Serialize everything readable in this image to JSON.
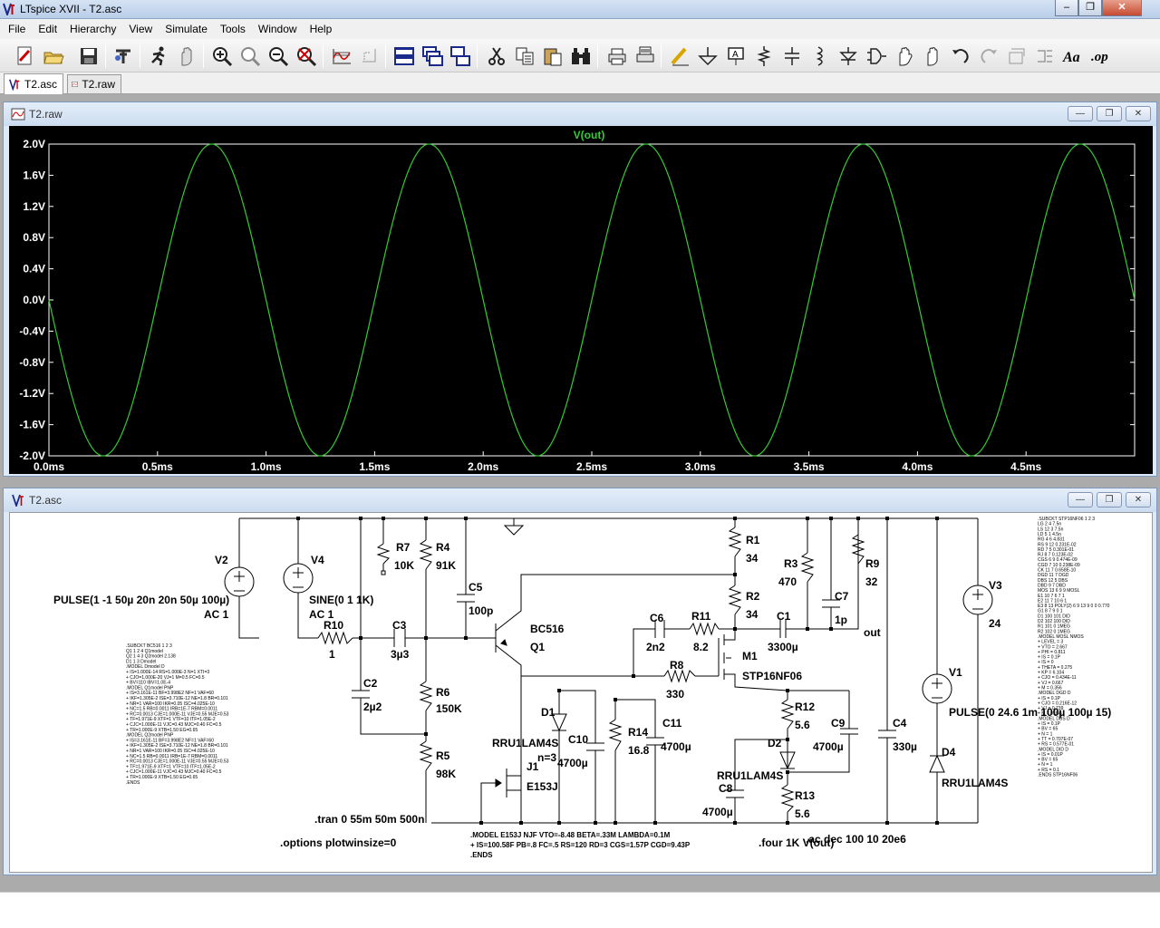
{
  "app": {
    "title": "LTspice XVII - T2.asc"
  },
  "menu": [
    {
      "label": "File",
      "key": "F"
    },
    {
      "label": "Edit",
      "key": "E"
    },
    {
      "label": "Hierarchy",
      "key": "H"
    },
    {
      "label": "View",
      "key": "V"
    },
    {
      "label": "Simulate",
      "key": "S"
    },
    {
      "label": "Tools",
      "key": "T"
    },
    {
      "label": "Window",
      "key": "W"
    },
    {
      "label": "Help",
      "key": "H"
    }
  ],
  "toolbar": {
    "icons": [
      "new-schematic-icon",
      "open-icon",
      "save-icon",
      "control-panel-icon",
      "run-icon",
      "halt-icon",
      "zoom-in-icon",
      "pan-icon",
      "zoom-out-icon",
      "zoom-fit-icon",
      "autorange-icon",
      "delete-plot-icon",
      "tile-horizontal-icon",
      "cascade-icon",
      "tile-vertical-icon",
      "cut-icon",
      "copy-icon",
      "paste-icon",
      "find-icon",
      "print-setup-icon",
      "print-icon",
      "wire-icon",
      "ground-icon",
      "label-net-icon",
      "resistor-icon",
      "capacitor-icon",
      "inductor-icon",
      "diode-icon",
      "component-icon",
      "move-icon",
      "drag-icon",
      "undo-icon",
      "redo-icon",
      "rotate-icon",
      "mirror-icon",
      "text-icon",
      "spice-directive-icon"
    ],
    "text_icon_label": "Aa",
    "directive_label": ".op"
  },
  "tabs": [
    {
      "label": "T2.asc",
      "active": true
    },
    {
      "label": "T2.raw",
      "active": false
    }
  ],
  "plot_window": {
    "title": "T2.raw",
    "trace_name": "V(out)",
    "trace_color": "#33cc33"
  },
  "chart_data": {
    "type": "line",
    "title": "V(out)",
    "xlabel": "",
    "ylabel": "",
    "xlim": [
      0,
      5
    ],
    "ylim": [
      -2.0,
      2.0
    ],
    "x_ticks": [
      "0.0ms",
      "0.5ms",
      "1.0ms",
      "1.5ms",
      "2.0ms",
      "2.5ms",
      "3.0ms",
      "3.5ms",
      "4.0ms",
      "4.5ms"
    ],
    "y_ticks": [
      "2.0V",
      "1.6V",
      "1.2V",
      "0.8V",
      "0.4V",
      "0.0V",
      "-0.4V",
      "-0.8V",
      "-1.2V",
      "-1.6V",
      "-2.0V"
    ],
    "series": [
      {
        "name": "V(out)",
        "function": "-2*sin(2*pi*1000*t)",
        "amplitude": 2.0,
        "frequency_hz": 1000,
        "phase": "inverted",
        "color": "#33cc33"
      }
    ],
    "grid": false,
    "background": "#000000"
  },
  "schematic_window": {
    "title": "T2.asc",
    "labels": {
      "V2": "V2",
      "V4": "V4",
      "V3": "V3",
      "V1": "V1",
      "V2_value": "PULSE(1 -1 50µ 20n 20n 50µ 100µ)",
      "V2_ac": "AC 1",
      "V4_value": "SINE(0 1 1K)",
      "V4_ac": "AC 1",
      "V3_value": "24",
      "V1_value": "PULSE(0 24.6 1m 100µ 100µ 15)",
      "R7": "R7",
      "R7_value": "10K",
      "R4": "R4",
      "R4_value": "91K",
      "C5": "C5",
      "C5_value": "100p",
      "R10": "R10",
      "R10_value": "1",
      "C3": "C3",
      "C3_value": "3µ3",
      "C2": "C2",
      "C2_value": "2µ2",
      "R6": "R6",
      "R6_value": "150K",
      "R5": "R5",
      "R5_value": "98K",
      "Q1": "Q1",
      "Q1_value": "BC516",
      "C6": "C6",
      "C6_value": "2n2",
      "R11": "R11",
      "R11_value": "8.2",
      "R8": "R8",
      "R8_value": "330",
      "M1": "M1",
      "M1_value": "STP16NF06",
      "R1": "R1",
      "R1_value": "34",
      "R2": "R2",
      "R2_value": "34",
      "R3": "R3",
      "R3_value": "470",
      "R9": "R9",
      "R9_value": "32",
      "C7": "C7",
      "C7_value": "1p",
      "C1": "C1",
      "C1_value": "3300µ",
      "out": "out",
      "D1": "D1",
      "D1_value": "RRU1LAM4S",
      "D1_n": "n=3",
      "C10": "C10",
      "C10_value": "4700µ",
      "R14": "R14",
      "R14_value": "16.8",
      "C11": "C11",
      "C11_value": "4700µ",
      "J1": "J1",
      "J1_value": "E153J",
      "R12": "R12",
      "R12_value": "5.6",
      "C9": "C9",
      "C9_value": "4700µ",
      "D2": "D2",
      "D2_value": "RRU1LAM4S",
      "C8": "C8",
      "C8_value": "4700µ",
      "R13": "R13",
      "R13_value": "5.6",
      "C4": "C4",
      "C4_value": "330µ",
      "D4": "D4",
      "D4_value": "RRU1LAM4S"
    },
    "directives": {
      "tran": ".tran 0 55m 50m 500n",
      "options": ".options plotwinsize=0",
      "four": ".four 1K V(out)",
      "ac": ".ac dec 100 10 20e6",
      "jfet_model": [
        ".MODEL E153J NJF VTO=-8.48 BETA=.33M LAMBDA=0.1M",
        "+ IS=100.58F PB=.8 FC=.5 RS=120 RD=3 CGS=1.57P CGD=9.43P",
        ".ENDS"
      ]
    },
    "subckt_left": [
      ".SUBCKT BC516 1 2 3",
      "Q1 1 2 4 Q1model",
      "Q2 1 4 3 Q2model 2.138",
      "D1 1 3 Dmodel",
      ".MODEL Dmodel D",
      "+ IS=1.000E-14 RS=1.000E-3 N=1 XTI=3",
      "+ CJO=1.000E-20 VJ=1 M=0.5 FC=0.5",
      "+ BV=110 IBV=1.0E-4",
      ".MODEL Q1model PNP",
      "+ IS=3.161E-11 BF=3.998E2 NF=1 VAF=60",
      "+ IKF=1.305E-2 ISE=3.710E-12 NE=1.8 BR=0.101",
      "+ NR=1 VAR=100 IKR=0.05 ISC=4.025E-10",
      "+ NC=1.5 RB=0.0011 IRB=1E-7 RBM=0.0011",
      "+ RC=0.0013 CJE=1.000E-11 VJE=0.55 MJE=0.53",
      "+ TF=1.971E-9 XTF=1 VTF=10 ITF=1.05E-2",
      "+ CJC=1.000E-11 VJC=0.43 MJC=0.40 FC=0.5",
      "+ TR=1.000E-9 XTB=1.50 EG=0.65",
      ".MODEL Q2model PNP",
      "+ IS=3.161E-11 BF=3.998E2 NF=1 VAF=60",
      "+ IKF=1.305E-2 ISE=3.710E-12 NE=1.8 BR=0.101",
      "+ NR=1 VAR=100 IKR=0.05 ISC=4.025E-10",
      "+ NC=1.5 RB=0.0011 IRB=1E-7 RBM=0.0011",
      "+ RC=0.0013 CJE=1.000E-11 VJE=0.55 MJE=0.53",
      "+ TF=1.971E-9 XTF=1 VTF=10 ITF=1.05E-2",
      "+ CJC=1.000E-11 VJC=0.43 MJC=0.40 FC=0.5",
      "+ TR=1.000E-9 XTB=1.50 EG=0.65",
      ".ENDS"
    ],
    "subckt_right": [
      ".SUBCKT STP16NF06 1 2 3",
      "LG 2 4 7.5n",
      "LS 12 3 7.5n",
      "LD 5 1 4.5n",
      "RG 4 6 4.831",
      "RS 9 12 0.231E-02",
      "RD 7 5 0.301E-01",
      "RJ 8 7 0.123E-02",
      "CGS 6 9 0.474E-09",
      "CGD 7 10 0.238E-09",
      "CK 11 7 0.658E-10",
      "DGD 11 7 DGD",
      "DBS 12 5 DBS",
      "DBD 9 7 DBD",
      "MOS 13 6 9 9 MOSL",
      "E1 10 7 6 7 1",
      "E2 11 7 10 6 1",
      "E3 8 13 POLY(2) 6 9 13 9 0 0 0.770",
      "G1 8 7 9 0 1",
      "D1 100 101 DID",
      "D2 102 100 DID",
      "R1 101 0 1MEG",
      "R2 102 0 1MEG",
      ".MODEL MOSL NMOS",
      "+ LEVEL = 3",
      "+ VTO = 2.667",
      "+ PHI = 0.811",
      "+ IS = 0.1P",
      "+ IS = 0",
      "+ THETA = 0.275",
      "+ KP = 6.104",
      "+ CJO = 0.434E-11",
      "+ VJ = 0.667",
      "+ M = 0.356",
      ".MODEL DGD D",
      "+ IS = 0.1P",
      "+ CJO = 0.216E-12",
      "+ VJ = 0.739",
      "+ M = 0.356",
      ".MODEL DBS D",
      "+ IS = 0.1P",
      "+ BV = 65",
      "+ N = 1",
      "+ TT = 0.707E-07",
      "+ RS = 0.577E-01",
      ".MODEL DID D",
      "+ IS = 0.01P",
      "+ BV = 65",
      "+ N = 1",
      "+ RS = 0.1",
      ".ENDS STP16NF06"
    ]
  }
}
